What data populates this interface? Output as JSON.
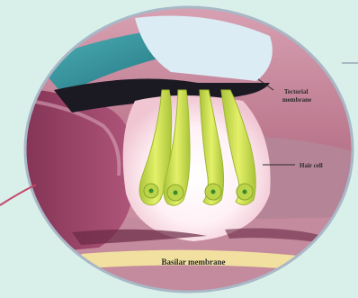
{
  "diagram": {
    "labels": {
      "tectorial": [
        "Tectorial",
        "membrane"
      ],
      "hair_cell": "Hair cell",
      "basilar": "Basilar membrane"
    },
    "colors": {
      "background": "#d9efe9",
      "circle_outline": "#a9b7c6",
      "tectorial_membrane": "#dcecf5",
      "teal_band": "#2e8f9a",
      "dark_band": "#1b1922",
      "pink_tissue": "#b87389",
      "magenta_tissue": "#8f3a5c",
      "hair_cell_body": "#c9e04a",
      "hair_cell_nucleus": "#3a8a2a",
      "cell_glow": "#fff3f6",
      "basilar_band": "#f1e0a0",
      "pointer_line": "#2a2a2a",
      "nerve_fiber": "#c4466a"
    },
    "hair_cell_count": 4
  }
}
